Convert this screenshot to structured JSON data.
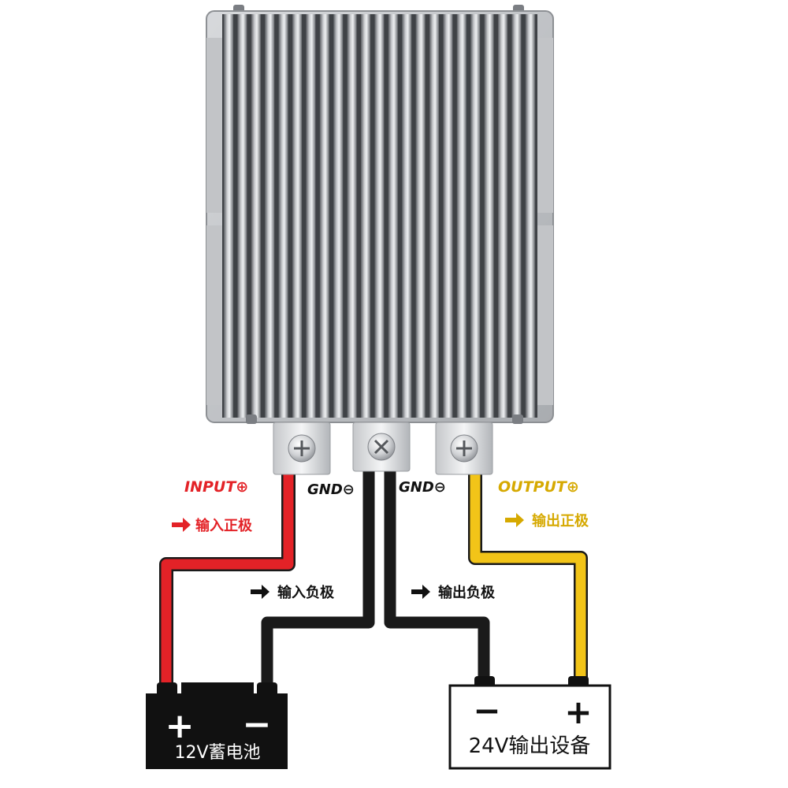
{
  "labels": {
    "input_plus": "INPUT⊕",
    "gnd_left": "GND⊖",
    "gnd_right": "GND⊖",
    "output_plus": "OUTPUT⊕",
    "input_positive_cn": "输入正极",
    "input_negative_cn": "输入负极",
    "output_negative_cn": "输出负极",
    "output_positive_cn": "输出正极"
  },
  "battery": {
    "plus": "+",
    "minus": "−",
    "caption": "12V蓄电池"
  },
  "load": {
    "minus": "−",
    "plus": "+",
    "caption": "24V输出设备"
  },
  "colors": {
    "input_wire": "#e32227",
    "ground_wire": "#1a1a1a",
    "output_wire": "#f2c418",
    "input_text": "#e32227",
    "output_text": "#d6a900",
    "heatsink": "#9a9ca0"
  }
}
